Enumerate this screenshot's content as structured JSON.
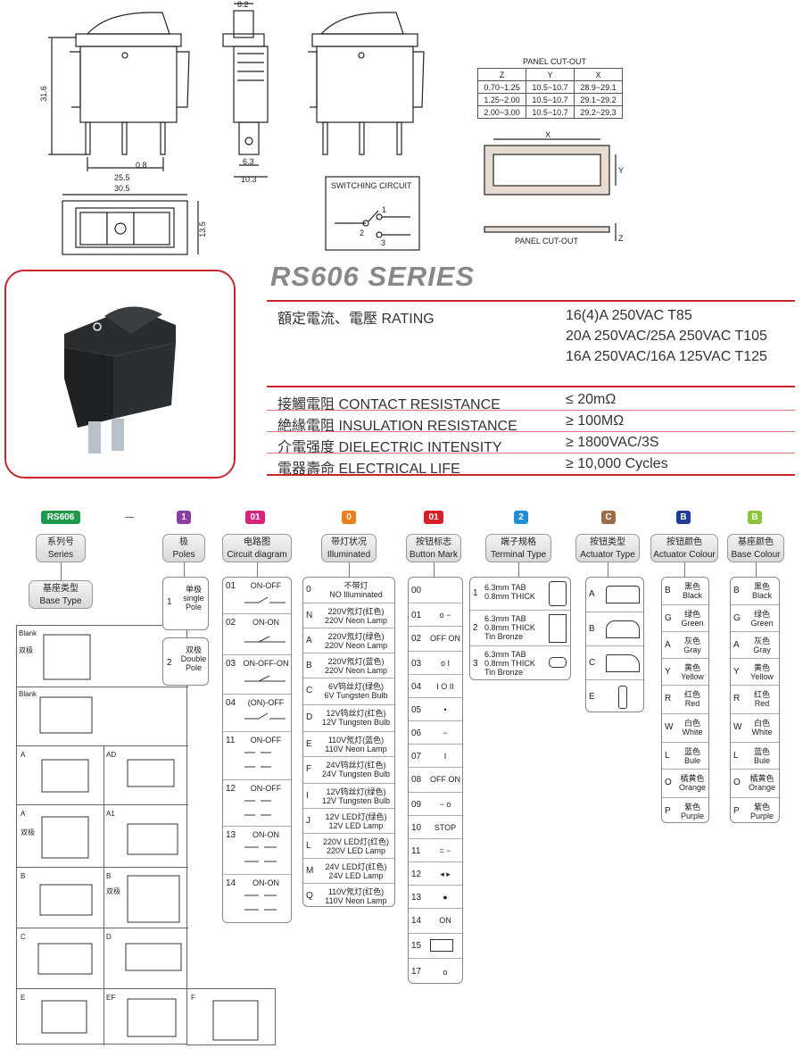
{
  "dims": {
    "d8_2": "8.2",
    "d31_6": "31.6",
    "d0_8": "0.8",
    "d25_5": "25.5",
    "d6_3": "6.3",
    "d10_3": "10.3",
    "d30_5": "30.5",
    "d13_5": "13.5"
  },
  "panel": {
    "title": "PANEL CUT-OUT",
    "cols": [
      "Z",
      "Y",
      "X"
    ],
    "rows": [
      [
        "0.70~1.25",
        "10.5~10.7",
        "28.9~29.1"
      ],
      [
        "1.25~2.00",
        "10.5~10.7",
        "29.1~29.2"
      ],
      [
        "2.00~3.00",
        "10.5~10.7",
        "29.2~29.3"
      ]
    ],
    "x": "X",
    "y": "Y",
    "z": "Z",
    "bottom": "PANEL CUT-OUT"
  },
  "switching": {
    "title": "SWITCHING CIRCUIT",
    "p1": "1",
    "p2": "2",
    "p3": "3"
  },
  "series": "RS606 SERIES",
  "specs": [
    {
      "label": "額定電流、電壓 RATING",
      "values": [
        "16(4)A 250VAC T85",
        "20A 250VAC/25A 250VAC T105",
        "16A 250VAC/16A 125VAC T125"
      ]
    },
    {
      "label": "接觸電阻 CONTACT RESISTANCE",
      "values": [
        "≤ 20mΩ"
      ]
    },
    {
      "label": "絶緣電阻 INSULATION RESISTANCE",
      "values": [
        "≥ 100MΩ"
      ]
    },
    {
      "label": "介電强度 DIELECTRIC INTENSITY",
      "values": [
        "≥ 1800VAC/3S"
      ]
    },
    {
      "label": "電器壽命 ELECTRICAL LIFE",
      "values": [
        "≥ 10,000 Cycles"
      ]
    }
  ],
  "headers": [
    {
      "code": "RS606",
      "color": "#1e9a4a",
      "cn": "系列号",
      "en": "Series"
    },
    {
      "code": "—",
      "color": "#ffffff",
      "cn": "",
      "en": ""
    },
    {
      "code": "1",
      "color": "#8a3fa3",
      "cn": "极",
      "en": "Poles"
    },
    {
      "code": "01",
      "color": "#d6257f",
      "cn": "电路图",
      "en": "Circuit diagram"
    },
    {
      "code": "0",
      "color": "#ef7d1a",
      "cn": "带灯状况",
      "en": "Illuminated"
    },
    {
      "code": "01",
      "color": "#d81e27",
      "cn": "按钮标志",
      "en": "Button Mark"
    },
    {
      "code": "2",
      "color": "#1e8ed6",
      "cn": "端子规格",
      "en": "Terminal Type"
    },
    {
      "code": "C",
      "color": "#9b6b4a",
      "cn": "按钮类型",
      "en": "Actuator Type"
    },
    {
      "code": "B",
      "color": "#1f3d97",
      "cn": "按钮颜色",
      "en": "Actuator Colour"
    },
    {
      "code": "B",
      "color": "#8cc43b",
      "cn": "基座颜色",
      "en": "Base Colour"
    }
  ],
  "basetype": {
    "cn": "基座类型",
    "en": "Base Type",
    "cells": [
      "Blank",
      "双极",
      "Blank",
      "A",
      "AD",
      "A",
      "双极",
      "A1",
      "B",
      "B",
      "双极",
      "C",
      "D",
      "E",
      "EF",
      "F"
    ]
  },
  "poles": [
    {
      "code": "1",
      "cn": "单极",
      "en": "single Pole"
    },
    {
      "code": "2",
      "cn": "双极",
      "en": "Double Pole"
    }
  ],
  "circuits": [
    {
      "code": "01",
      "name": "ON-OFF"
    },
    {
      "code": "02",
      "name": "ON-ON"
    },
    {
      "code": "03",
      "name": "ON-OFF-ON"
    },
    {
      "code": "04",
      "name": "(ON)-OFF"
    },
    {
      "code": "11",
      "name": "ON-OFF"
    },
    {
      "code": "12",
      "name": "ON-OFF"
    },
    {
      "code": "13",
      "name": "ON-ON"
    },
    {
      "code": "14",
      "name": "ON-ON"
    }
  ],
  "illum": [
    {
      "code": "0",
      "cn": "不带灯",
      "en": "NO Illuminated"
    },
    {
      "code": "N",
      "cn": "220V氖灯(红色)",
      "en": "220V Neon Lamp"
    },
    {
      "code": "A",
      "cn": "220V氖灯(绿色)",
      "en": "220V Neon Lamp"
    },
    {
      "code": "B",
      "cn": "220V氖灯(蓝色)",
      "en": "220V Neon Lamp"
    },
    {
      "code": "C",
      "cn": "6V钨丝灯(绿色)",
      "en": "6V Tungsten Bulb"
    },
    {
      "code": "D",
      "cn": "12V钨丝灯(红色)",
      "en": "12V Tungsten Bulb"
    },
    {
      "code": "E",
      "cn": "110V氖灯(蓝色)",
      "en": "110V Neon Lamp"
    },
    {
      "code": "F",
      "cn": "24V钨丝灯(红色)",
      "en": "24V Tungsten Bulb"
    },
    {
      "code": "I",
      "cn": "12V钨丝灯(绿色)",
      "en": "12V Tungsten Bulb"
    },
    {
      "code": "J",
      "cn": "12V LED灯(绿色)",
      "en": "12V LED Lamp"
    },
    {
      "code": "L",
      "cn": "220V LED灯(红色)",
      "en": "220V LED Lamp"
    },
    {
      "code": "M",
      "cn": "24V LED灯(红色)",
      "en": "24V LED Lamp"
    },
    {
      "code": "Q",
      "cn": "110V氖灯(红色)",
      "en": "110V Neon Lamp"
    }
  ],
  "marks": [
    {
      "code": "00",
      "sym": ""
    },
    {
      "code": "01",
      "sym": "o −"
    },
    {
      "code": "02",
      "sym": "OFF ON"
    },
    {
      "code": "03",
      "sym": "o I"
    },
    {
      "code": "04",
      "sym": "I O II"
    },
    {
      "code": "05",
      "sym": "•"
    },
    {
      "code": "06",
      "sym": "−"
    },
    {
      "code": "07",
      "sym": "I"
    },
    {
      "code": "08",
      "sym": "OFF ON"
    },
    {
      "code": "09",
      "sym": "− o"
    },
    {
      "code": "10",
      "sym": "STOP"
    },
    {
      "code": "11",
      "sym": "= −"
    },
    {
      "code": "12",
      "sym": "◂ ▸"
    },
    {
      "code": "13",
      "sym": "●"
    },
    {
      "code": "14",
      "sym": "ON"
    },
    {
      "code": "15",
      "sym": ""
    },
    {
      "code": "17",
      "sym": "o"
    }
  ],
  "terminals": [
    {
      "code": "1",
      "l1": "6.3mm TAB",
      "l2": "0.8mm THICK",
      "l3": ""
    },
    {
      "code": "2",
      "l1": "6.3mm TAB",
      "l2": "0.8mm THICK",
      "l3": "Tin Bronze"
    },
    {
      "code": "3",
      "l1": "6.3mm TAB",
      "l2": "0.8mm THICK",
      "l3": "Tin Bronze"
    }
  ],
  "actuators": [
    "A",
    "B",
    "C",
    "E"
  ],
  "colours": [
    {
      "code": "B",
      "cn": "黑色",
      "en": "Black"
    },
    {
      "code": "G",
      "cn": "绿色",
      "en": "Green"
    },
    {
      "code": "A",
      "cn": "灰色",
      "en": "Gray"
    },
    {
      "code": "Y",
      "cn": "黄色",
      "en": "Yellow"
    },
    {
      "code": "R",
      "cn": "红色",
      "en": "Red"
    },
    {
      "code": "W",
      "cn": "白色",
      "en": "White"
    },
    {
      "code": "L",
      "cn": "蓝色",
      "en": "Bule"
    },
    {
      "code": "O",
      "cn": "橘黄色",
      "en": "Orange"
    },
    {
      "code": "P",
      "cn": "紫色",
      "en": "Purple"
    }
  ]
}
